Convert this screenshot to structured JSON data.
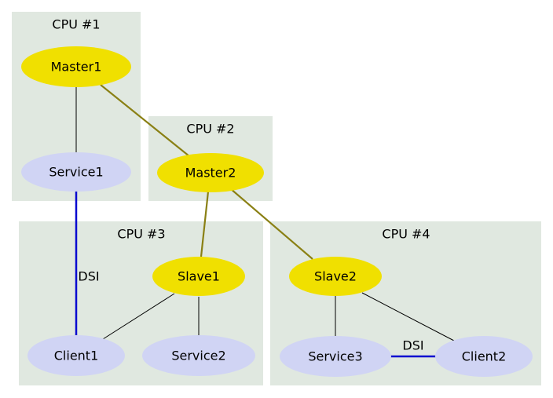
{
  "clusters": {
    "cpu1": "CPU #1",
    "cpu2": "CPU #2",
    "cpu3": "CPU #3",
    "cpu4": "CPU #4"
  },
  "nodes": {
    "master1": "Master1",
    "service1": "Service1",
    "master2": "Master2",
    "slave1": "Slave1",
    "client1": "Client1",
    "service2": "Service2",
    "slave2": "Slave2",
    "service3": "Service3",
    "client2": "Client2"
  },
  "edge_labels": {
    "dsi_service1_client1": "DSI",
    "dsi_service3_client2": "DSI"
  },
  "colors": {
    "cluster_bg": "#e0e8e0",
    "master_slave_node": "#f0e000",
    "service_client_node": "#d0d4f4",
    "master_edge": "#8a8014",
    "dsi_edge": "#0a0ad0"
  }
}
